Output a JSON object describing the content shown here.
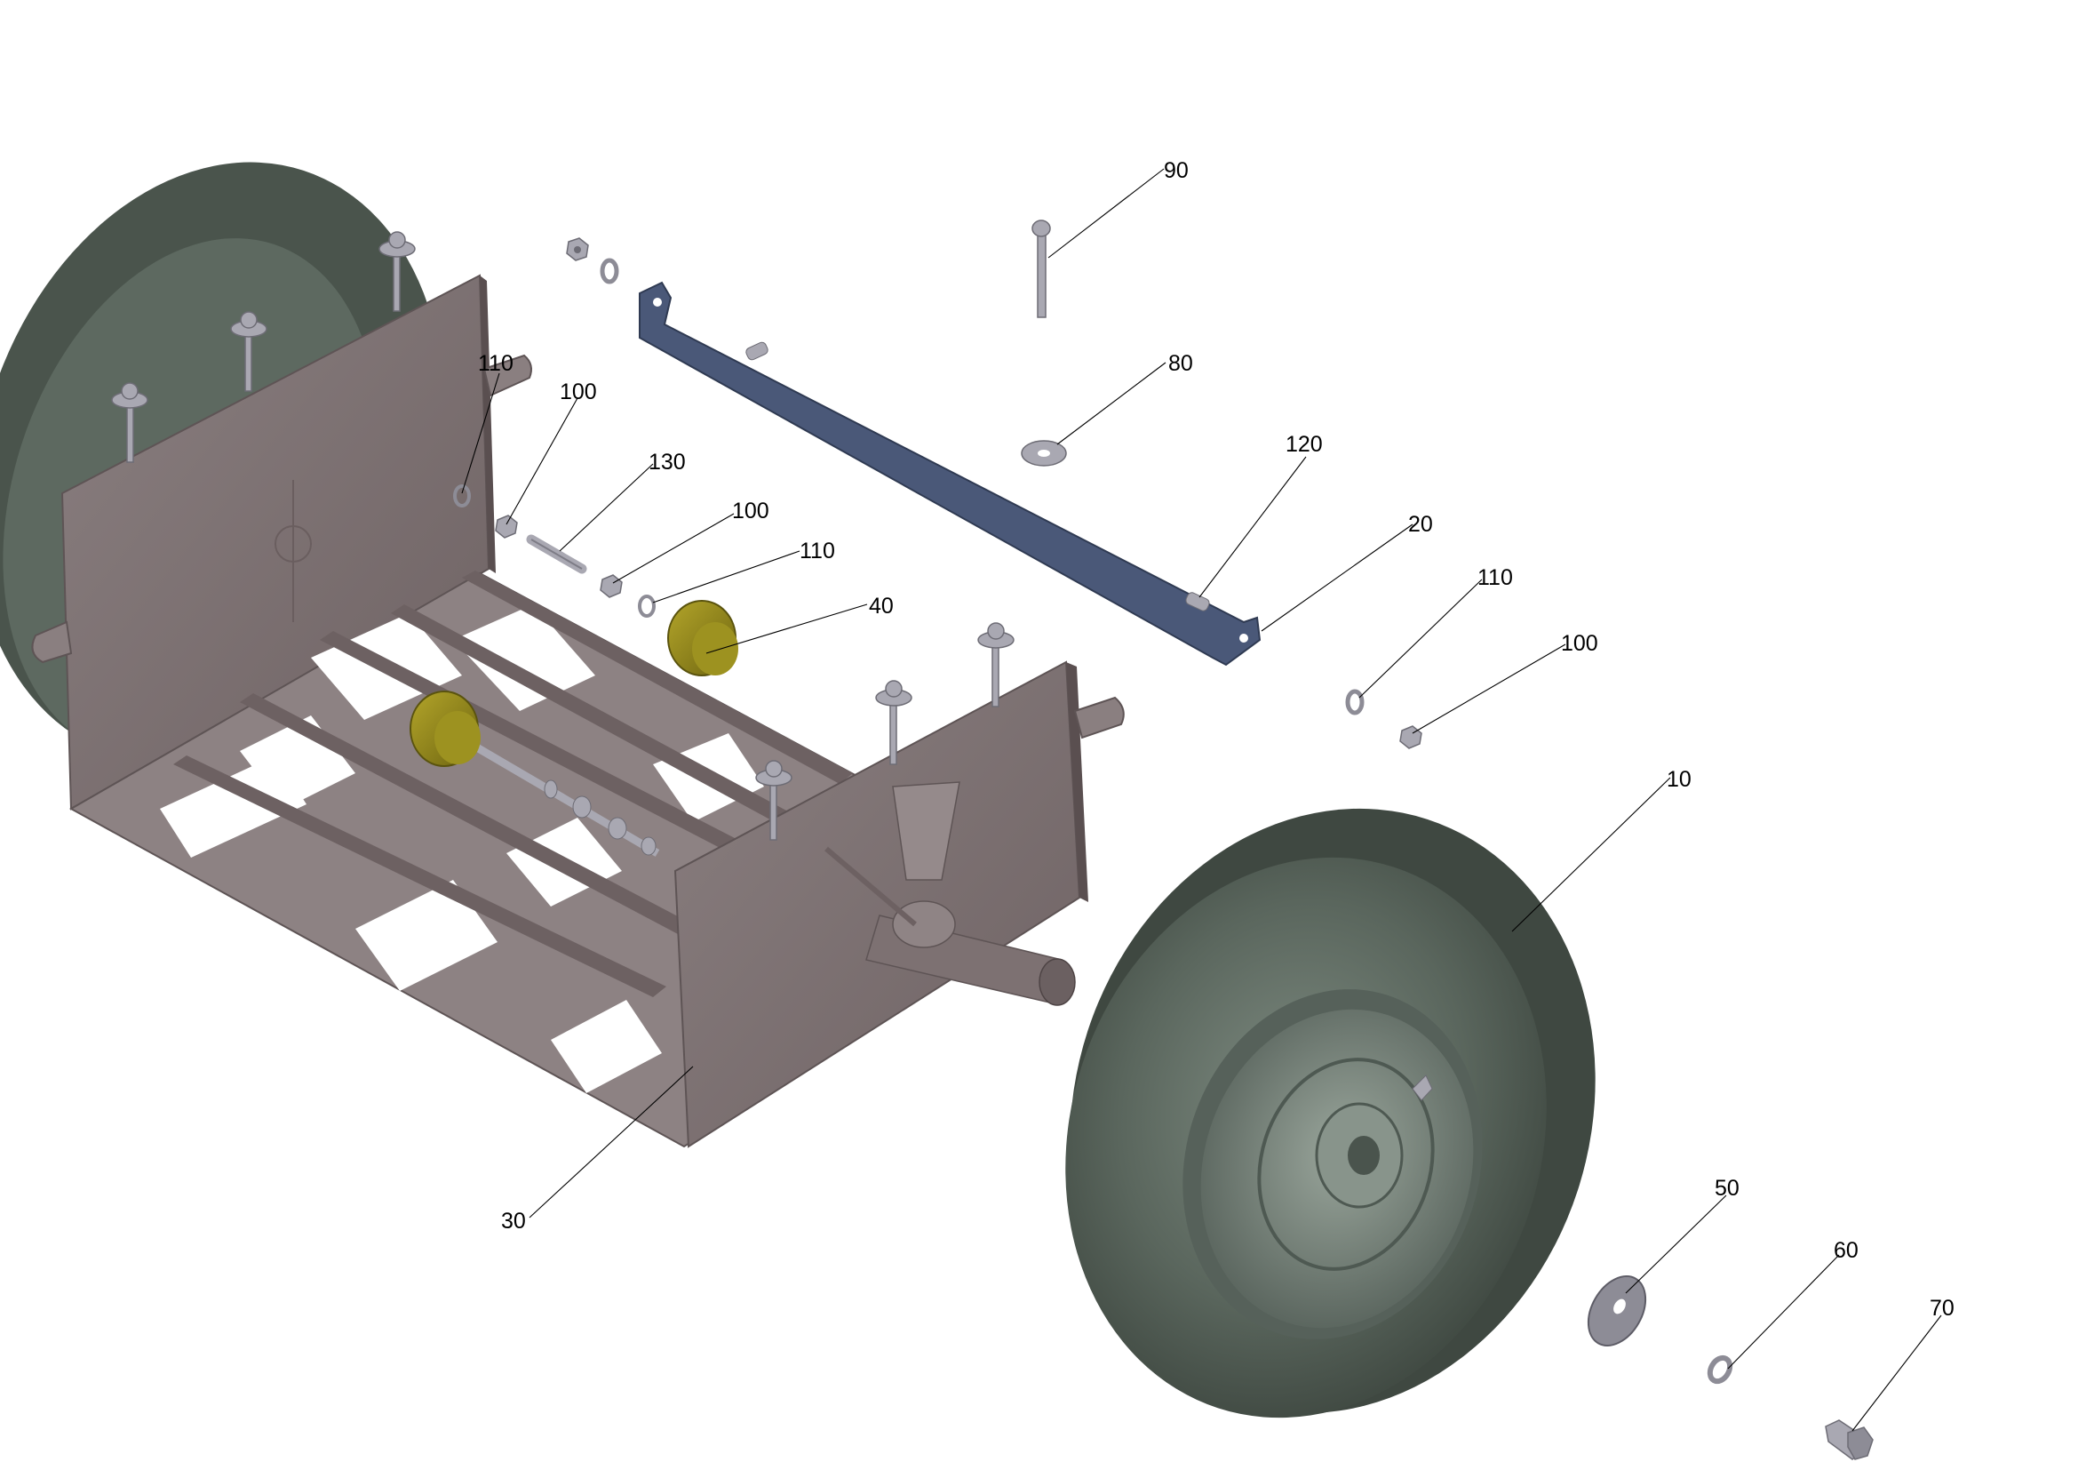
{
  "callouts": {
    "c10": "10",
    "c20": "20",
    "c30": "30",
    "c40": "40",
    "c50": "50",
    "c60": "60",
    "c70": "70",
    "c80": "80",
    "c90": "90",
    "c100a": "100",
    "c100b": "100",
    "c100c": "100",
    "c110a": "110",
    "c110b": "110",
    "c110c": "110",
    "c120": "120",
    "c130": "130"
  },
  "colors": {
    "frame": "#7f7374",
    "frame_dark": "#665b5c",
    "tire": "#4d574f",
    "tire_light": "#76837a",
    "hub": "#6f7b72",
    "crossbar": "#4a5878",
    "spacer": "#8a8016",
    "hardware": "#a9a8b2"
  }
}
